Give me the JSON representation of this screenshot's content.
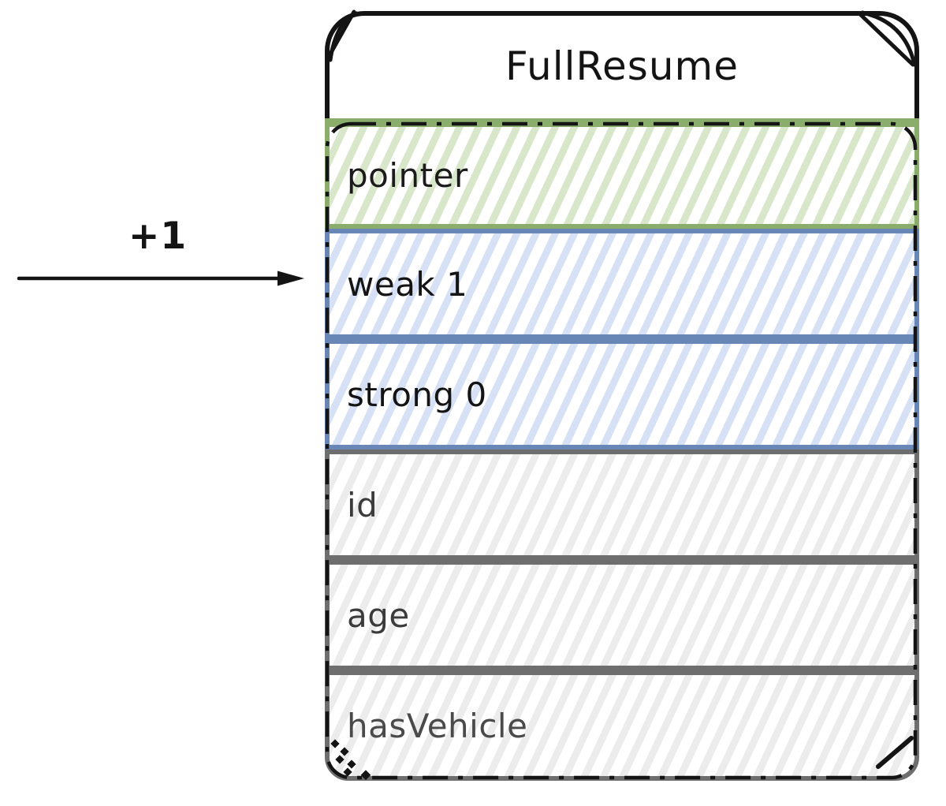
{
  "diagram": {
    "title": "FullResume",
    "arrow_label": "+1",
    "rows": [
      {
        "label": "pointer",
        "theme": "green",
        "stroke": "#8aad6b",
        "fill": "#d8e6ca",
        "text_color": "#1b1b1b"
      },
      {
        "label": "weak 1",
        "theme": "blue",
        "stroke": "#6886b6",
        "fill": "#d6e1f5",
        "text_color": "#141414"
      },
      {
        "label": "strong 0",
        "theme": "blue",
        "stroke": "#6886b6",
        "fill": "#d6e1f5",
        "text_color": "#141414"
      },
      {
        "label": "id",
        "theme": "gray",
        "stroke": "#6e6e6e",
        "fill": "#ececec",
        "text_color": "#3b3b3b"
      },
      {
        "label": "age",
        "theme": "gray",
        "stroke": "#6e6e6e",
        "fill": "#ececec",
        "text_color": "#3b3b3b"
      },
      {
        "label": "hasVehicle",
        "theme": "gray",
        "stroke": "#6e6e6e",
        "fill": "#ececec",
        "text_color": "#4a4a4a"
      }
    ],
    "colors": {
      "outline": "#141414",
      "background": "#ffffff"
    }
  }
}
